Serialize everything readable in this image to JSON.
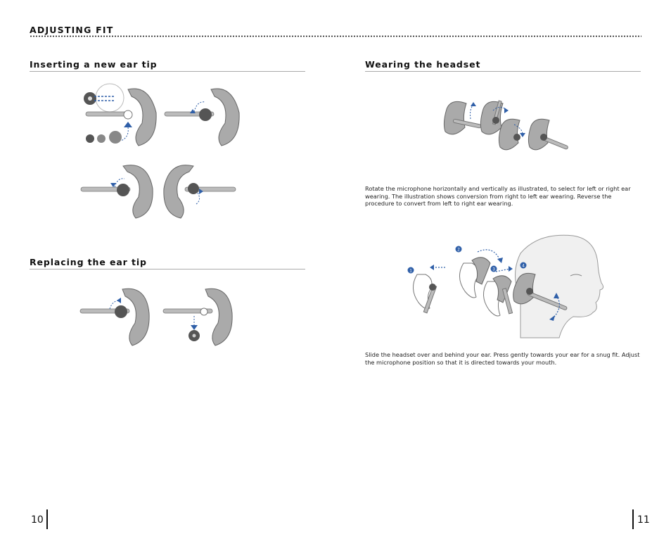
{
  "header": {
    "title": "ADJUSTING FIT"
  },
  "left": {
    "section1_title": "Inserting a new ear tip",
    "section2_title": "Replacing the ear tip"
  },
  "right": {
    "section1_title": "Wearing the headset",
    "para1": "Rotate the microphone horizontally and vertically as illustrated, to select for left or right ear wearing. The illustration shows conversion from right to left ear wearing. Reverse the procedure to convert from left to right ear wearing.",
    "para2": "Slide the headset over and behind your ear. Press gently towards your ear for a snug fit. Adjust the microphone position so that it is directed towards your mouth.",
    "steps": [
      "1",
      "2",
      "3",
      "4"
    ]
  },
  "footer": {
    "page_left": "10",
    "page_right": "11"
  },
  "colors": {
    "accent": "#2f5fa8",
    "body_gray": "#a8a8a8",
    "dark_gray": "#555555"
  }
}
